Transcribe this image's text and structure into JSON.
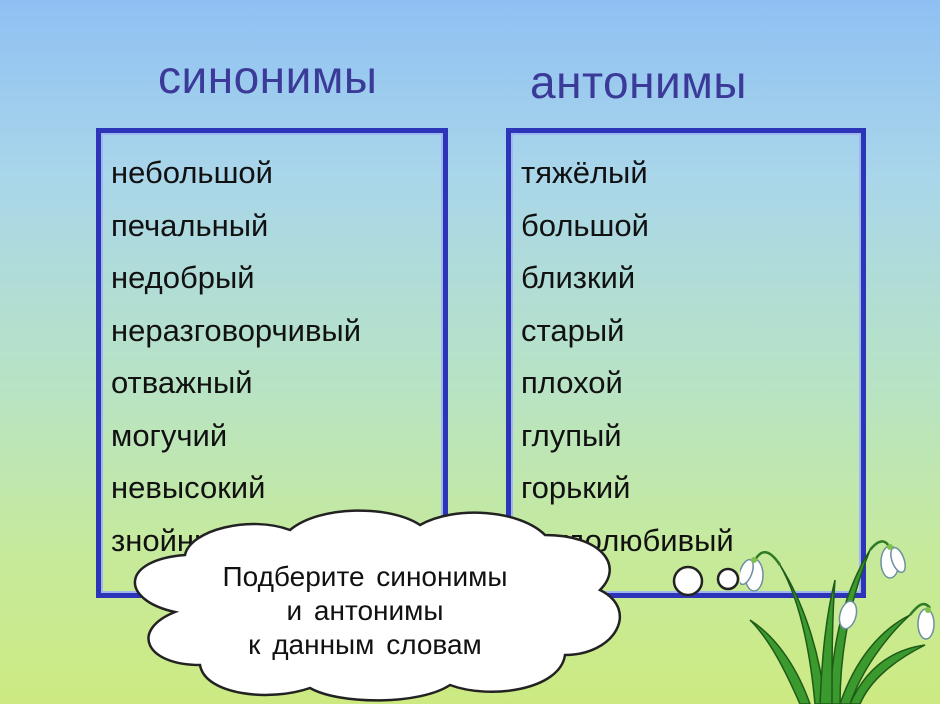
{
  "headings": {
    "synonyms": "синонимы",
    "antonyms": "антонимы"
  },
  "synonyms_list": [
    "небольшой",
    "печальный",
    "недобрый",
    "неразговорчивый",
    "отважный",
    "могучий",
    "невысокий",
    "знойный"
  ],
  "antonyms_list": [
    "тяжёлый",
    "большой",
    "близкий",
    "старый",
    "плохой",
    "глупый",
    "горький",
    "трудолюбивый"
  ],
  "cloud": {
    "line1": "Подберите синонимы",
    "line2": "и антонимы",
    "line3": "к данным словам"
  },
  "colors": {
    "heading": "#3c3a98",
    "box_border": "#2c35b8",
    "sky_top": "#8fc0f3",
    "grass_bottom": "#cdea82"
  },
  "icons": [
    "thought-cloud-icon",
    "snowdrop-flower-icon"
  ]
}
